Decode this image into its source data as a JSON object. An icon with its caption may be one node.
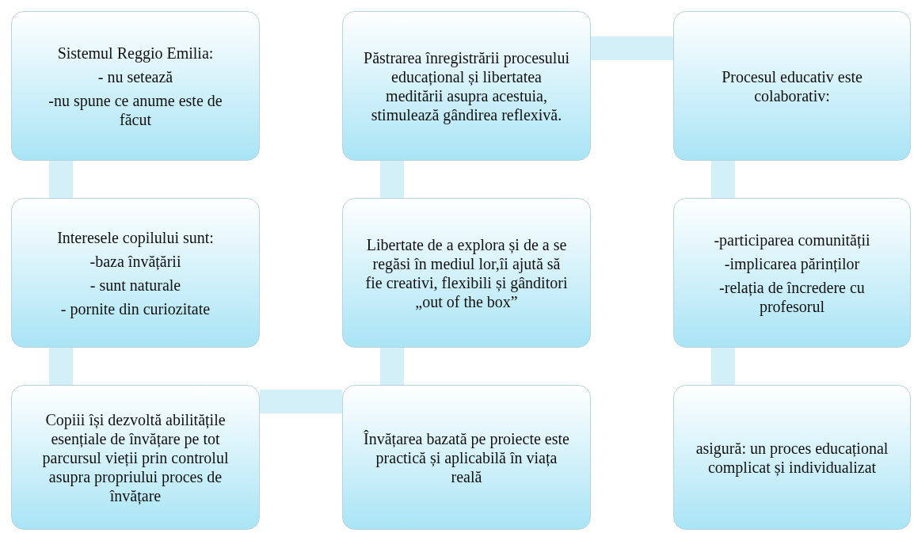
{
  "diagram": {
    "nodes": [
      {
        "text": [
          "Sistemul Reggio Emilia:",
          "- nu setează",
          "-nu spune ce anume este de făcut"
        ]
      },
      {
        "text": [
          "Păstrarea înregistrării procesului educațional și libertatea meditării asupra acestuia, stimulează gândirea reflexivă."
        ]
      },
      {
        "text": [
          "Procesul educativ este colaborativ:"
        ]
      },
      {
        "text": [
          "Interesele copilului sunt:",
          "-baza învățării",
          "- sunt naturale",
          "- pornite din curiozitate"
        ]
      },
      {
        "text": [
          "Libertate de a explora și de a se regăsi în mediul lor,îi ajută să fie creativi, flexibili și gânditori „out of the box”"
        ]
      },
      {
        "text": [
          "-participarea comunității",
          "-implicarea părinților",
          "-relația de încredere cu profesorul"
        ]
      },
      {
        "text": [
          "Copiii își dezvoltă abilitățile esențiale de învățare pe tot parcursul vieții prin controlul asupra propriului proces de învățare"
        ]
      },
      {
        "text": [
          "Învățarea bazată pe proiecte este practică și aplicabilă în viața reală"
        ]
      },
      {
        "text": [
          "asigură: un proces educațional complicat și individualizat"
        ]
      }
    ],
    "edges": [
      {
        "from": 0,
        "to": 3,
        "arrow": "none"
      },
      {
        "from": 3,
        "to": 6,
        "arrow": "none"
      },
      {
        "from": 6,
        "to": 7,
        "arrow": "none"
      },
      {
        "from": 7,
        "to": 4,
        "arrow": "none"
      },
      {
        "from": 4,
        "to": 1,
        "arrow": "none"
      },
      {
        "from": 1,
        "to": 2,
        "arrow": "none"
      },
      {
        "from": 2,
        "to": 5,
        "arrow": "none"
      },
      {
        "from": 5,
        "to": 8,
        "arrow": "none"
      }
    ]
  }
}
